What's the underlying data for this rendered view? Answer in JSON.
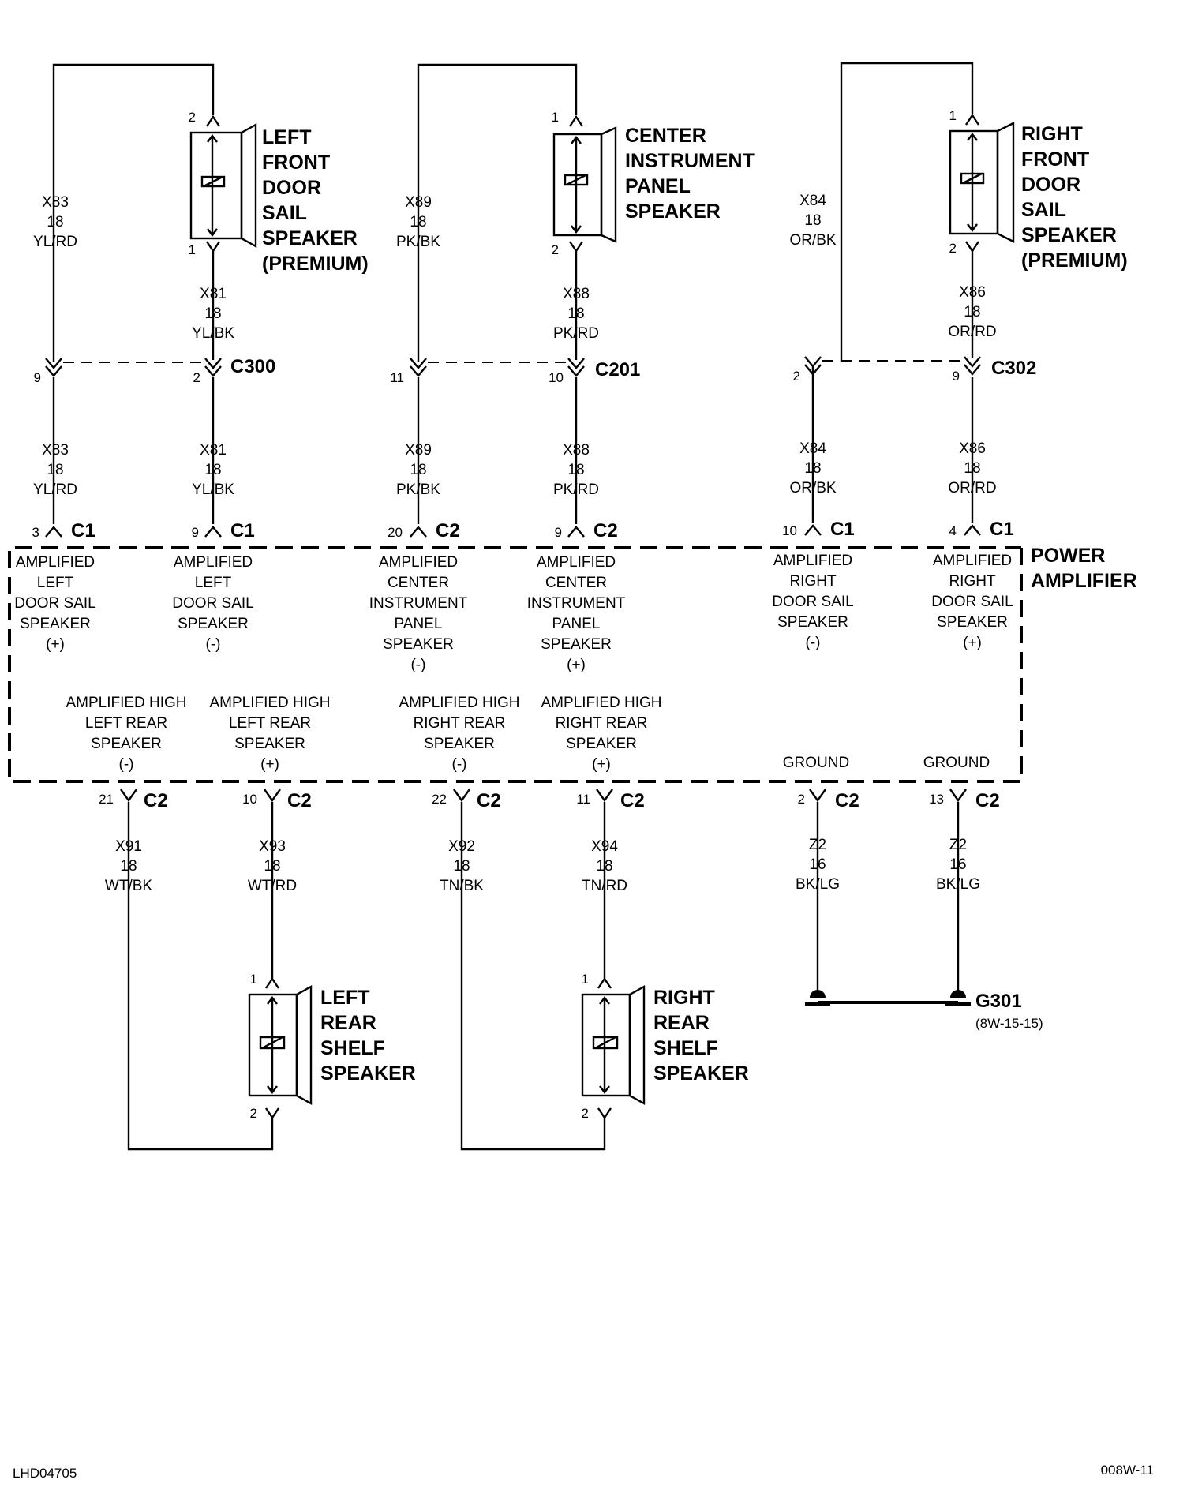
{
  "components": {
    "lf_speaker": [
      "LEFT",
      "FRONT",
      "DOOR",
      "SAIL",
      "SPEAKER",
      "(PREMIUM)"
    ],
    "center_speaker": [
      "CENTER",
      "INSTRUMENT",
      "PANEL",
      "SPEAKER"
    ],
    "rf_speaker": [
      "RIGHT",
      "FRONT",
      "DOOR",
      "SAIL",
      "SPEAKER",
      "(PREMIUM)"
    ],
    "lr_speaker": [
      "LEFT",
      "REAR",
      "SHELF",
      "SPEAKER"
    ],
    "rr_speaker": [
      "RIGHT",
      "REAR",
      "SHELF",
      "SPEAKER"
    ],
    "amplifier": [
      "POWER",
      "AMPLIFIER"
    ]
  },
  "connectors": {
    "c300": "C300",
    "c201": "C201",
    "c302": "C302",
    "c1": "C1",
    "c2": "C2"
  },
  "wires": {
    "x83": [
      "X83",
      "18",
      "YL/RD"
    ],
    "x81": [
      "X81",
      "18",
      "YL/BK"
    ],
    "x89": [
      "X89",
      "18",
      "PK/BK"
    ],
    "x88": [
      "X88",
      "18",
      "PK/RD"
    ],
    "x84": [
      "X84",
      "18",
      "OR/BK"
    ],
    "x86": [
      "X86",
      "18",
      "OR/RD"
    ],
    "x91": [
      "X91",
      "18",
      "WT/BK"
    ],
    "x93": [
      "X93",
      "18",
      "WT/RD"
    ],
    "x92": [
      "X92",
      "18",
      "TN/BK"
    ],
    "x94": [
      "X94",
      "18",
      "TN/RD"
    ],
    "z2": [
      "Z2",
      "16",
      "BK/LG"
    ]
  },
  "pins": {
    "lf_top": "2",
    "lf_bot": "1",
    "ct_top": "1",
    "ct_bot": "2",
    "rf_top": "1",
    "rf_bot": "2",
    "c300_x83": "9",
    "c300_x81": "2",
    "c201_x89": "11",
    "c201_x88": "10",
    "c302_x84": "2",
    "c302_x86": "9",
    "amp_x83": "3",
    "amp_x81": "9",
    "amp_x89": "20",
    "amp_x88": "9",
    "amp_x84": "10",
    "amp_x86": "4",
    "amp_x91": "21",
    "amp_x93": "10",
    "amp_x92": "22",
    "amp_x94": "11",
    "amp_z2a": "2",
    "amp_z2b": "13",
    "lr_top": "1",
    "lr_bot": "2",
    "rr_top": "1",
    "rr_bot": "2"
  },
  "amp_terminals": {
    "t1": [
      "AMPLIFIED",
      "LEFT",
      "DOOR SAIL",
      "SPEAKER",
      "(+)"
    ],
    "t2": [
      "AMPLIFIED",
      "LEFT",
      "DOOR SAIL",
      "SPEAKER",
      "(-)"
    ],
    "t3": [
      "AMPLIFIED",
      "CENTER",
      "INSTRUMENT",
      "PANEL",
      "SPEAKER",
      "(-)"
    ],
    "t4": [
      "AMPLIFIED",
      "CENTER",
      "INSTRUMENT",
      "PANEL",
      "SPEAKER",
      "(+)"
    ],
    "t5": [
      "AMPLIFIED",
      "RIGHT",
      "DOOR SAIL",
      "SPEAKER",
      "(-)"
    ],
    "t6": [
      "AMPLIFIED",
      "RIGHT",
      "DOOR SAIL",
      "SPEAKER",
      "(+)"
    ],
    "t7": [
      "AMPLIFIED HIGH",
      "LEFT REAR",
      "SPEAKER",
      "(-)"
    ],
    "t8": [
      "AMPLIFIED HIGH",
      "LEFT REAR",
      "SPEAKER",
      "(+)"
    ],
    "t9": [
      "AMPLIFIED HIGH",
      "RIGHT REAR",
      "SPEAKER",
      "(-)"
    ],
    "t10": [
      "AMPLIFIED HIGH",
      "RIGHT REAR",
      "SPEAKER",
      "(+)"
    ],
    "g1": [
      "GROUND"
    ],
    "g2": [
      "GROUND"
    ]
  },
  "ground": {
    "label": "G301",
    "ref": "(8W-15-15)"
  },
  "footer": {
    "left_code": "LHD04705",
    "right_code": "008W-11"
  }
}
